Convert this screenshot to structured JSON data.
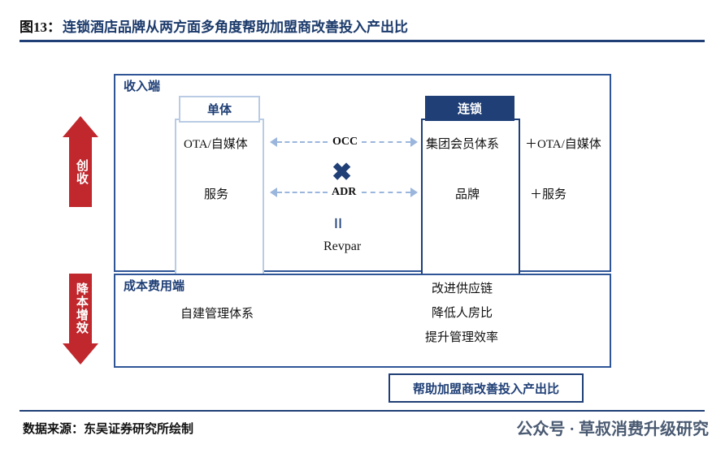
{
  "header": {
    "figure_label": "图13：",
    "title": "连锁酒店品牌从两方面多角度帮助加盟商改善投入产出比"
  },
  "footer": {
    "source": "数据来源：东吴证券研究所绘制",
    "watermark": "公众号 · 草叔消费升级研究"
  },
  "left_arrows": [
    {
      "name": "revenue",
      "text": "创收"
    },
    {
      "name": "cost",
      "text": "降本增效"
    }
  ],
  "panels": {
    "revenue": {
      "title": "收入端",
      "single": {
        "head": "单体",
        "rows": [
          "OTA/自媒体",
          "服务"
        ]
      },
      "chain": {
        "head": "连锁",
        "rows": [
          "集团会员体系",
          "品牌"
        ]
      },
      "right_notes": [
        "＋OTA/自媒体",
        "＋服务"
      ],
      "operators": {
        "occ": "OCC",
        "adr": "ADR",
        "multiply": "✖",
        "equals": "=",
        "result": "Revpar"
      }
    },
    "cost": {
      "title": "成本费用端",
      "single_text": "自建管理体系",
      "chain_rows": [
        "改进供应链",
        "降低人房比",
        "提升管理效率"
      ]
    }
  },
  "banner": "帮助加盟商改善投入产出比"
}
